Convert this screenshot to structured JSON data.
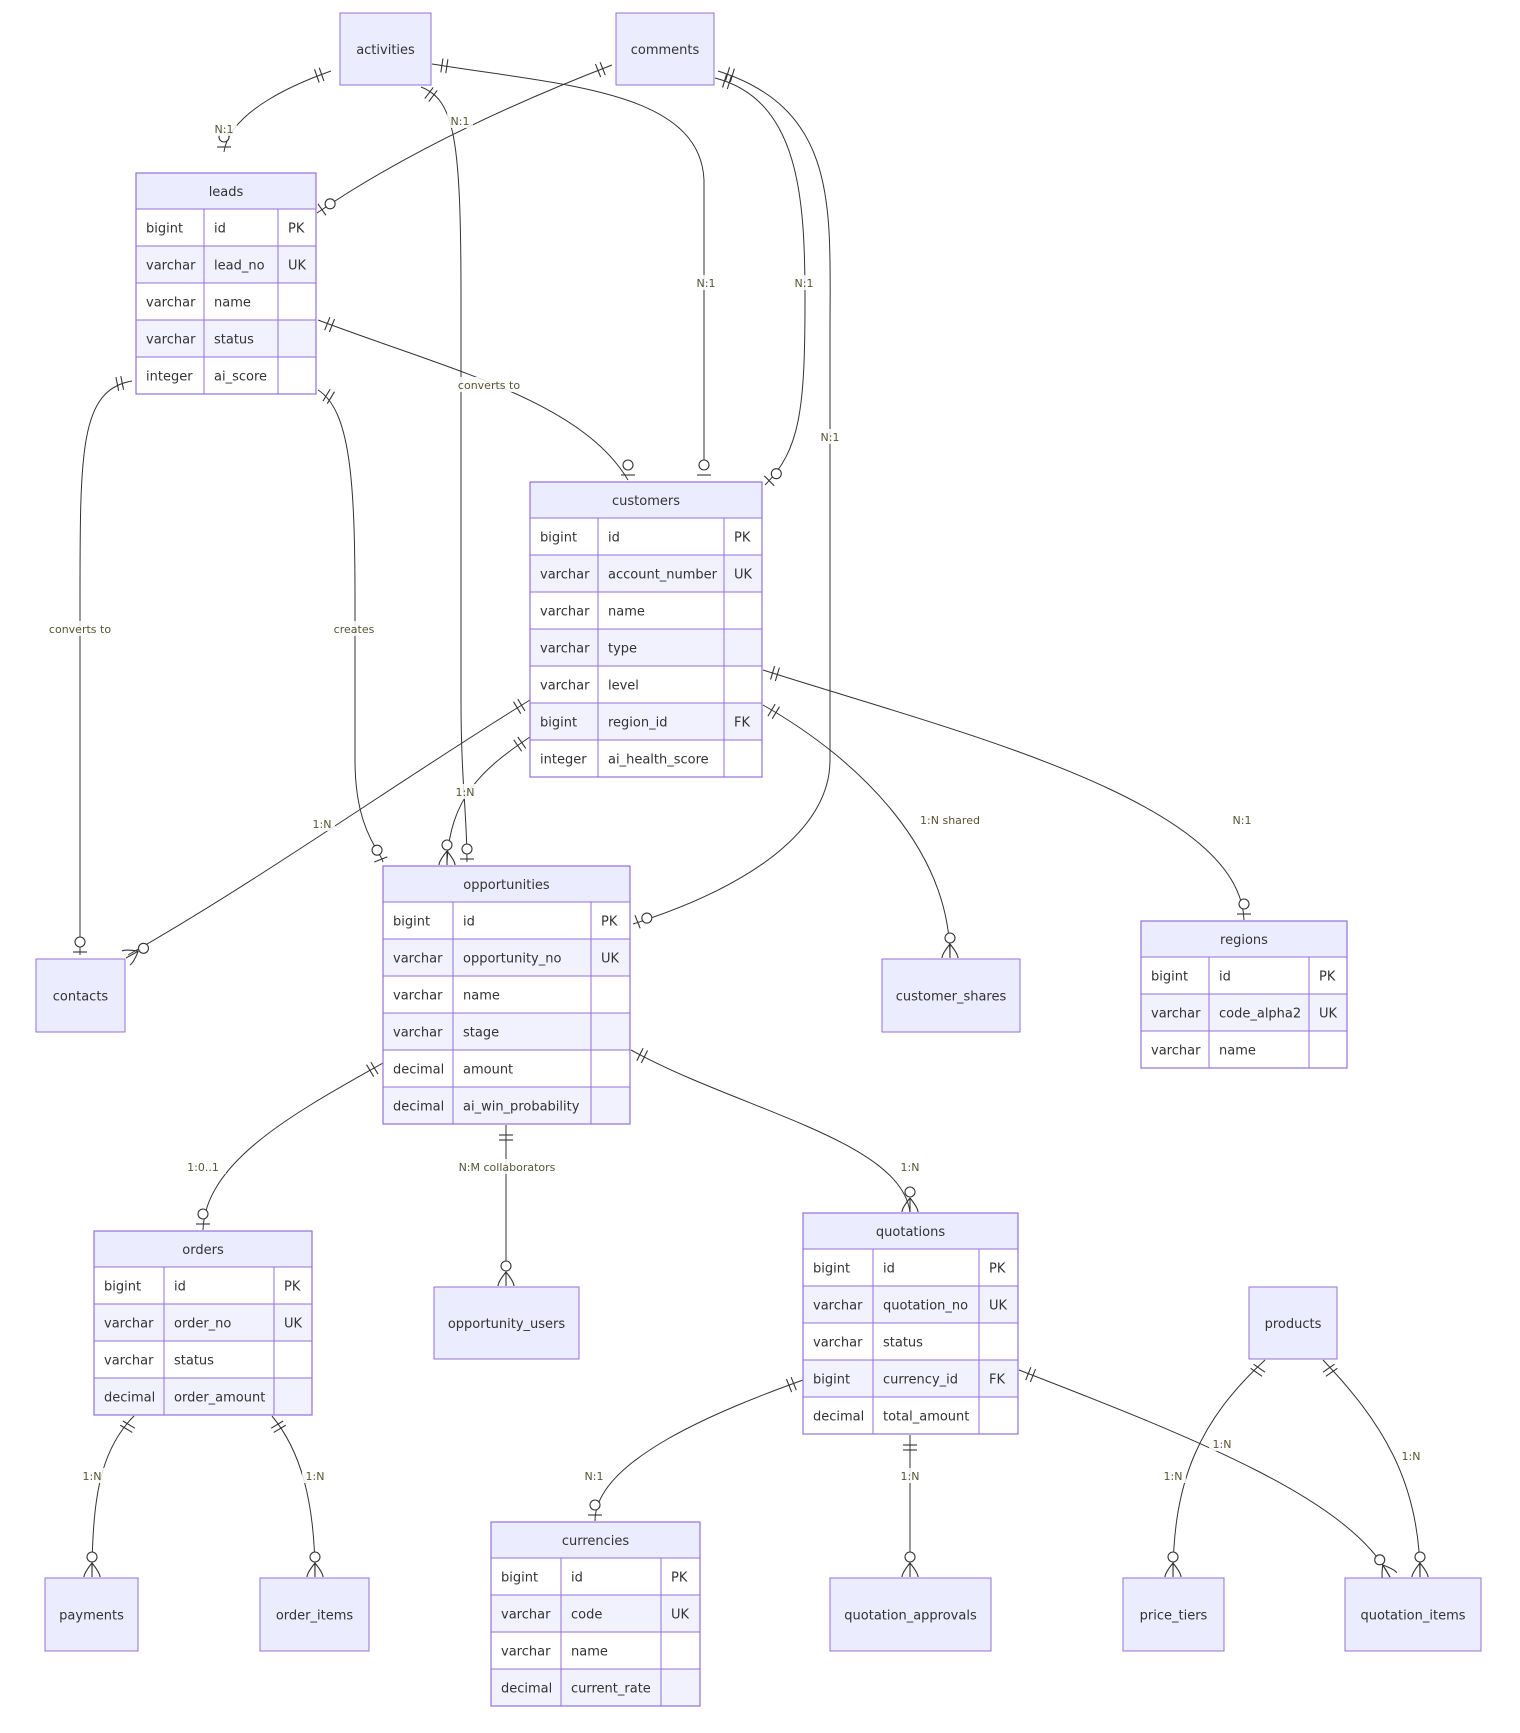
{
  "colors": {
    "entity_fill": "#ECECFF",
    "entity_fill_alt": "#F2F2FF",
    "entity_stroke": "#9370DB",
    "line": "#333333",
    "text": "#333333",
    "label_text": "#555533"
  },
  "entities": {
    "activities": {
      "name": "activities"
    },
    "comments": {
      "name": "comments"
    },
    "leads": {
      "name": "leads",
      "rows": [
        [
          "bigint",
          "id",
          "PK"
        ],
        [
          "varchar",
          "lead_no",
          "UK"
        ],
        [
          "varchar",
          "name",
          ""
        ],
        [
          "varchar",
          "status",
          ""
        ],
        [
          "integer",
          "ai_score",
          ""
        ]
      ]
    },
    "customers": {
      "name": "customers",
      "rows": [
        [
          "bigint",
          "id",
          "PK"
        ],
        [
          "varchar",
          "account_number",
          "UK"
        ],
        [
          "varchar",
          "name",
          ""
        ],
        [
          "varchar",
          "type",
          ""
        ],
        [
          "varchar",
          "level",
          ""
        ],
        [
          "bigint",
          "region_id",
          "FK"
        ],
        [
          "integer",
          "ai_health_score",
          ""
        ]
      ]
    },
    "opportunities": {
      "name": "opportunities",
      "rows": [
        [
          "bigint",
          "id",
          "PK"
        ],
        [
          "varchar",
          "opportunity_no",
          "UK"
        ],
        [
          "varchar",
          "name",
          ""
        ],
        [
          "varchar",
          "stage",
          ""
        ],
        [
          "decimal",
          "amount",
          ""
        ],
        [
          "decimal",
          "ai_win_probability",
          ""
        ]
      ]
    },
    "contacts": {
      "name": "contacts"
    },
    "customer_shares": {
      "name": "customer_shares"
    },
    "regions": {
      "name": "regions",
      "rows": [
        [
          "bigint",
          "id",
          "PK"
        ],
        [
          "varchar",
          "code_alpha2",
          "UK"
        ],
        [
          "varchar",
          "name",
          ""
        ]
      ]
    },
    "orders": {
      "name": "orders",
      "rows": [
        [
          "bigint",
          "id",
          "PK"
        ],
        [
          "varchar",
          "order_no",
          "UK"
        ],
        [
          "varchar",
          "status",
          ""
        ],
        [
          "decimal",
          "order_amount",
          ""
        ]
      ]
    },
    "opportunity_users": {
      "name": "opportunity_users"
    },
    "quotations": {
      "name": "quotations",
      "rows": [
        [
          "bigint",
          "id",
          "PK"
        ],
        [
          "varchar",
          "quotation_no",
          "UK"
        ],
        [
          "varchar",
          "status",
          ""
        ],
        [
          "bigint",
          "currency_id",
          "FK"
        ],
        [
          "decimal",
          "total_amount",
          ""
        ]
      ]
    },
    "products": {
      "name": "products"
    },
    "currencies": {
      "name": "currencies",
      "rows": [
        [
          "bigint",
          "id",
          "PK"
        ],
        [
          "varchar",
          "code",
          "UK"
        ],
        [
          "varchar",
          "name",
          ""
        ],
        [
          "decimal",
          "current_rate",
          ""
        ]
      ]
    },
    "payments": {
      "name": "payments"
    },
    "order_items": {
      "name": "order_items"
    },
    "quotation_approvals": {
      "name": "quotation_approvals"
    },
    "price_tiers": {
      "name": "price_tiers"
    },
    "quotation_items": {
      "name": "quotation_items"
    }
  },
  "relationships": [
    {
      "id": "activities-leads",
      "from": "activities",
      "to": "leads",
      "label": "N:1"
    },
    {
      "id": "activities-customers",
      "from": "activities",
      "to": "customers",
      "label": "N:1"
    },
    {
      "id": "activities-opportunities",
      "from": "activities",
      "to": "opportunities",
      "label": "N:1"
    },
    {
      "id": "comments-leads",
      "from": "comments",
      "to": "leads",
      "label": ""
    },
    {
      "id": "comments-customers",
      "from": "comments",
      "to": "customers",
      "label": "N:1"
    },
    {
      "id": "comments-opportunities",
      "from": "comments",
      "to": "opportunities",
      "label": "N:1"
    },
    {
      "id": "leads-customers",
      "from": "leads",
      "to": "customers",
      "label": "converts to"
    },
    {
      "id": "leads-contacts",
      "from": "leads",
      "to": "contacts",
      "label": "converts to"
    },
    {
      "id": "leads-opportunities",
      "from": "leads",
      "to": "opportunities",
      "label": "creates"
    },
    {
      "id": "customers-contacts",
      "from": "customers",
      "to": "contacts",
      "label": "1:N"
    },
    {
      "id": "customers-opportunities",
      "from": "customers",
      "to": "opportunities",
      "label": "1:N"
    },
    {
      "id": "customers-shares",
      "from": "customers",
      "to": "customer_shares",
      "label": "1:N shared"
    },
    {
      "id": "customers-regions",
      "from": "customers",
      "to": "regions",
      "label": "N:1"
    },
    {
      "id": "opportunities-orders",
      "from": "opportunities",
      "to": "orders",
      "label": "1:0..1"
    },
    {
      "id": "opportunities-users",
      "from": "opportunities",
      "to": "opportunity_users",
      "label": "N:M collaborators"
    },
    {
      "id": "opportunities-quotations",
      "from": "opportunities",
      "to": "quotations",
      "label": "1:N"
    },
    {
      "id": "orders-payments",
      "from": "orders",
      "to": "payments",
      "label": "1:N"
    },
    {
      "id": "orders-items",
      "from": "orders",
      "to": "order_items",
      "label": "1:N"
    },
    {
      "id": "quotations-currencies",
      "from": "quotations",
      "to": "currencies",
      "label": "N:1"
    },
    {
      "id": "quotations-approvals",
      "from": "quotations",
      "to": "quotation_approvals",
      "label": "1:N"
    },
    {
      "id": "quotations-items",
      "from": "quotations",
      "to": "quotation_items",
      "label": "1:N"
    },
    {
      "id": "products-tiers",
      "from": "products",
      "to": "price_tiers",
      "label": "1:N"
    },
    {
      "id": "products-items",
      "from": "products",
      "to": "quotation_items",
      "label": "1:N"
    }
  ]
}
